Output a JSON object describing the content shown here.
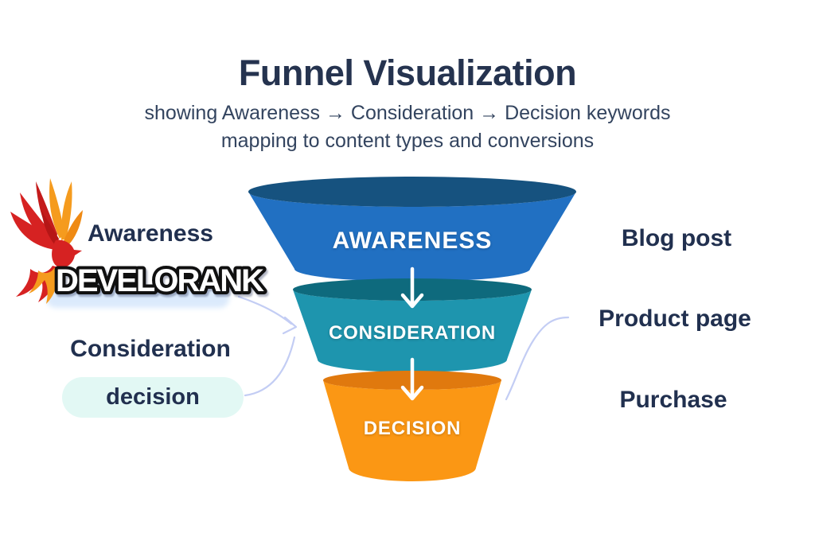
{
  "header": {
    "title": "Funnel Visualization",
    "subtitle_line1": "showing Awareness → Consideration → Decision keywords",
    "subtitle_line2": "mapping to content types and conversions"
  },
  "logo": {
    "brand": "DEVELORANK",
    "icon": "phoenix-flame-bird"
  },
  "funnel": {
    "stages": [
      {
        "label": "AWARENESS",
        "color": "#2170c2",
        "top_color": "#16527f",
        "content_type": "Blog post"
      },
      {
        "label": "CONSIDERATION",
        "color": "#1e95ae",
        "top_color": "#0e6a7d",
        "content_type": "Product page"
      },
      {
        "label": "DECISION",
        "color": "#fb9714",
        "top_color": "#e0790e",
        "content_type": "Purchase"
      }
    ]
  },
  "left_labels": {
    "awareness": "Awareness",
    "consideration": "Consideration",
    "decision": "decision"
  },
  "right_labels": {
    "blog_post": "Blog post",
    "product_page": "Product page",
    "purchase": "Purchase"
  },
  "colors": {
    "title_text": "#25334f",
    "subtitle_text": "#33445f",
    "side_label_text": "#21304f",
    "stage_label_text": "#ffffff",
    "decision_pill_bg": "#e2f8f4",
    "connector": "#c3cdf4",
    "logo_band": "#dbeafc",
    "phoenix_red": "#d62222",
    "phoenix_dark_red": "#b51616",
    "phoenix_orange": "#f59b1e"
  }
}
